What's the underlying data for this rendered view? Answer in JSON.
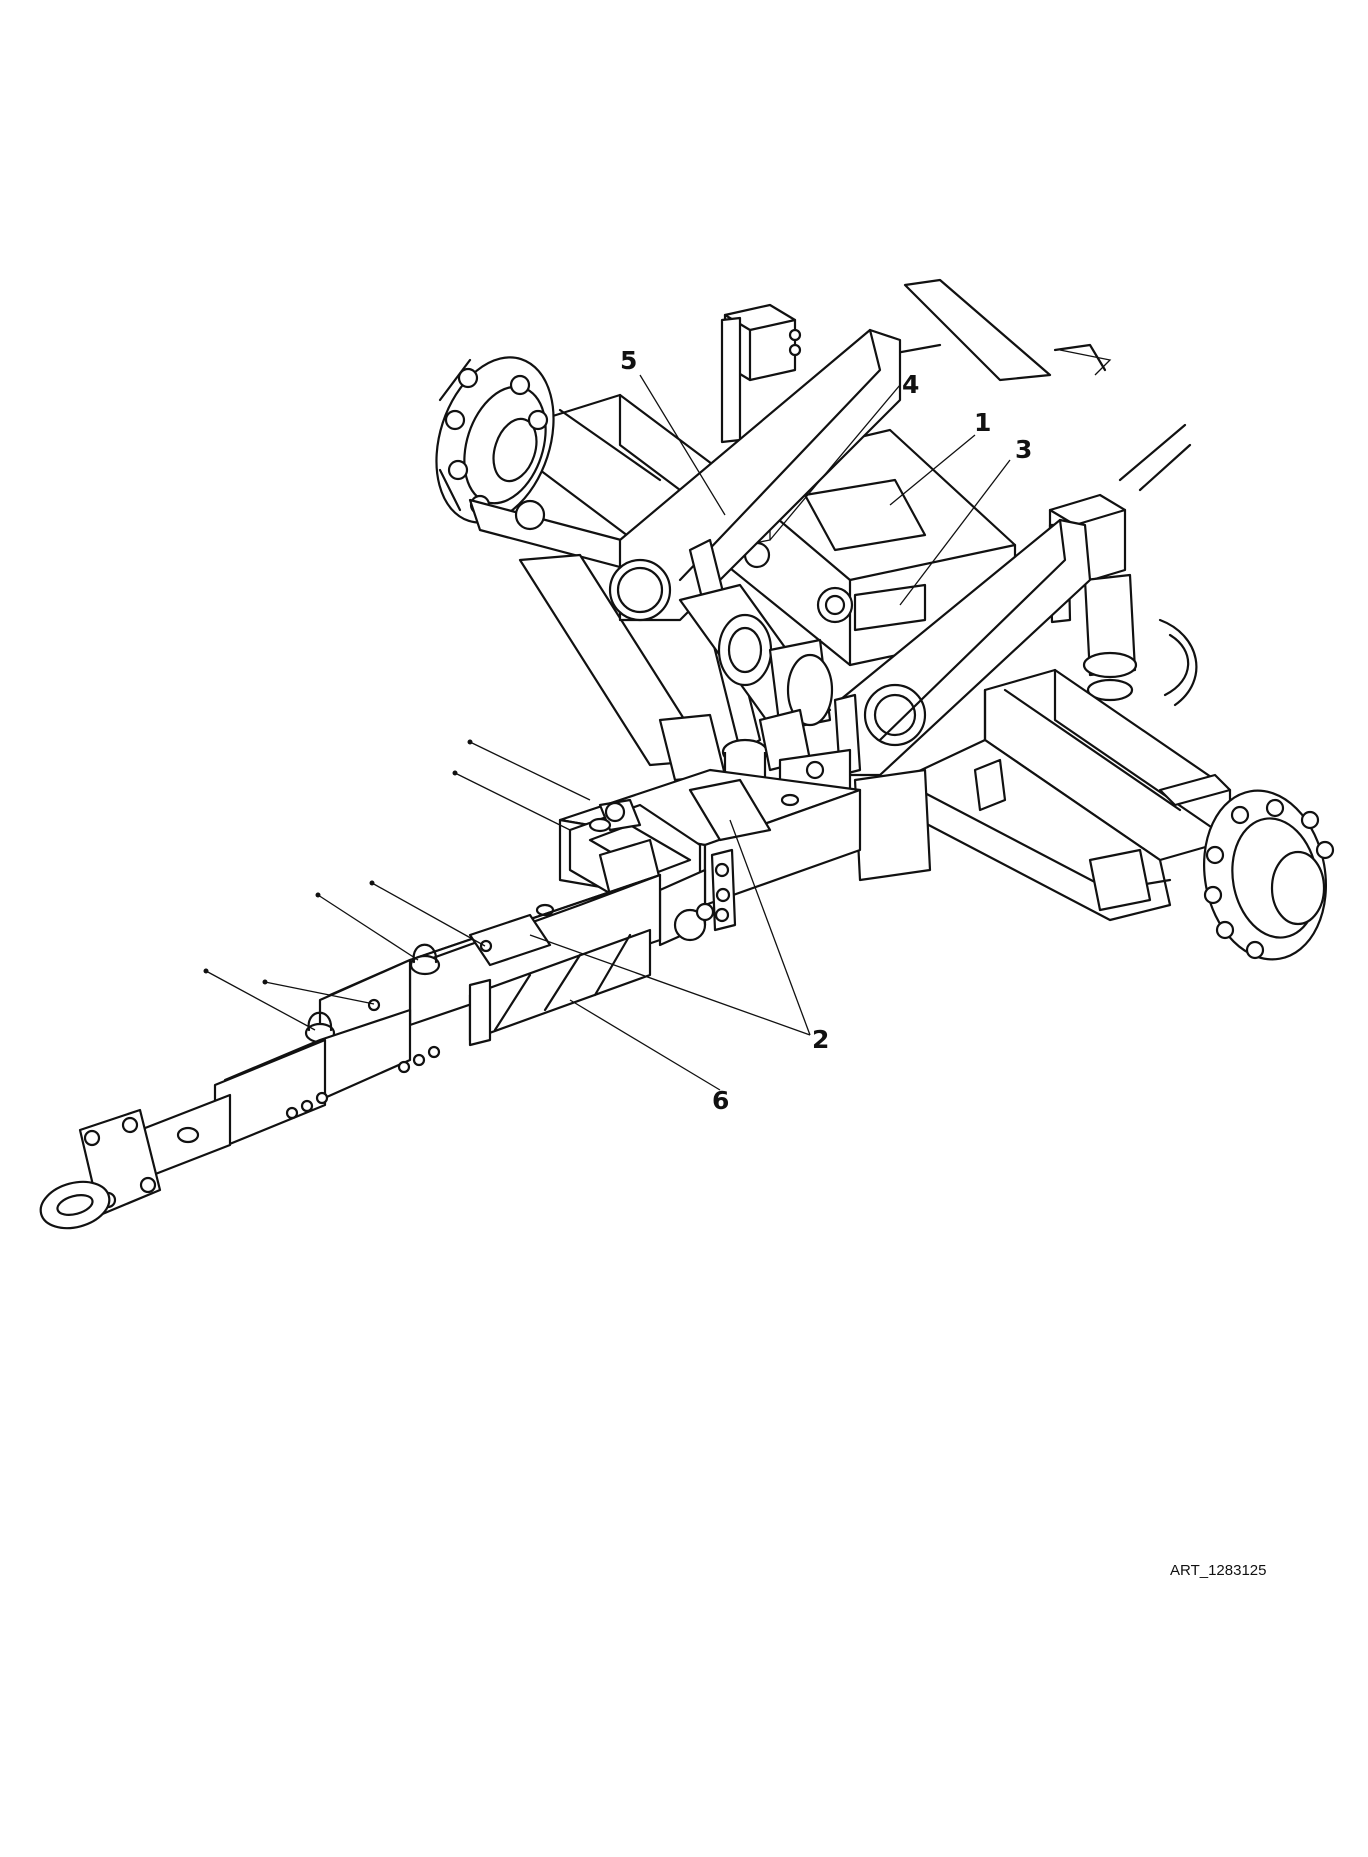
{
  "callouts": [
    {
      "id": "c5",
      "label": "5"
    },
    {
      "id": "c4",
      "label": "4"
    },
    {
      "id": "c1",
      "label": "1"
    },
    {
      "id": "c3",
      "label": "3"
    },
    {
      "id": "c2",
      "label": "2"
    },
    {
      "id": "c6",
      "label": "6"
    }
  ],
  "art_id": "ART_1283125"
}
